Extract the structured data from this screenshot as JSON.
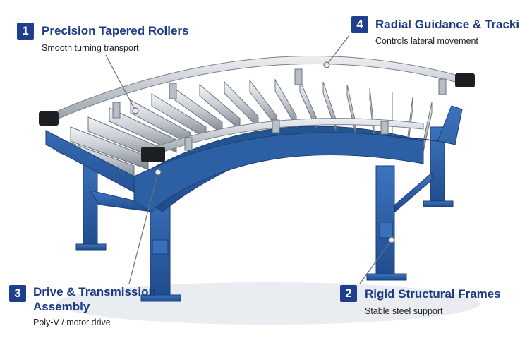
{
  "callouts": [
    {
      "number": "1",
      "title": "Precision Tapered Rollers",
      "subtitle": "Smooth turning transport"
    },
    {
      "number": "4",
      "title": "Radial Guidance & Tracking",
      "subtitle": "Controls lateral movement"
    },
    {
      "number": "3",
      "title_line1": "Drive & Transmission",
      "title_line2": "Assembly",
      "subtitle": "Poly-V / motor drive"
    },
    {
      "number": "2",
      "title": "Rigid Structural Frames",
      "subtitle": "Stable steel support"
    }
  ],
  "colors": {
    "accent": "#1e3f8c",
    "frame": "#2f62a8",
    "roller": "#c7ccd3"
  },
  "icons": [
    "curved-roller-conveyor-illustration"
  ]
}
